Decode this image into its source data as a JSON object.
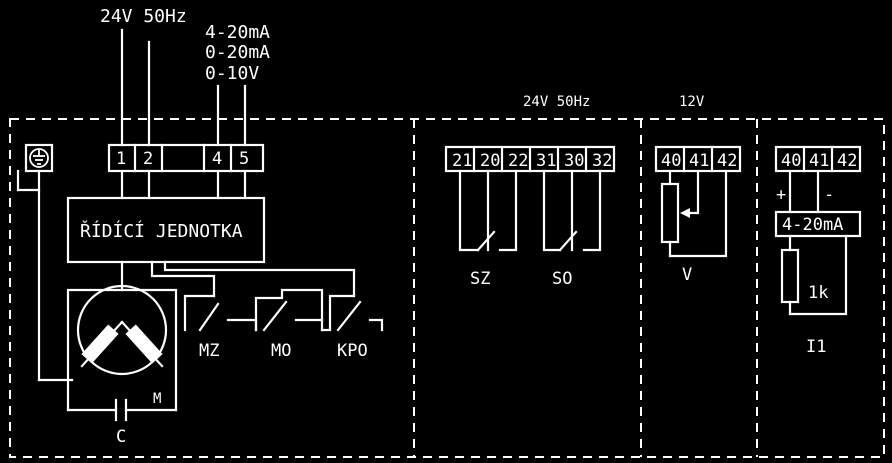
{
  "supply": {
    "ac_label": "24V 50Hz",
    "sig_1": "4-20mA",
    "sig_2": "0-20mA",
    "sig_3": "0-10V"
  },
  "main_terminals": [
    "1",
    "2",
    "",
    "4",
    "5"
  ],
  "ground_symbol": "⏚",
  "control_unit_label": "ŘÍDÍCÍ JEDNOTKA",
  "switches": {
    "mz": "MZ",
    "mo": "MO",
    "kpo": "KPO"
  },
  "motor_label": "M",
  "capacitor_label": "C",
  "module_switches": {
    "label": "24V 50Hz",
    "terminals": [
      "21",
      "20",
      "22",
      "31",
      "30",
      "32"
    ],
    "sz": "SZ",
    "so": "SO"
  },
  "module_pot": {
    "label": "12V",
    "terminals": [
      "40",
      "41",
      "42"
    ],
    "v": "V"
  },
  "module_current": {
    "terminals": [
      "40",
      "41",
      "42"
    ],
    "plus": "+",
    "minus": "-",
    "transmitter": "4-20mA",
    "resistor": "1k",
    "i": "I1"
  }
}
